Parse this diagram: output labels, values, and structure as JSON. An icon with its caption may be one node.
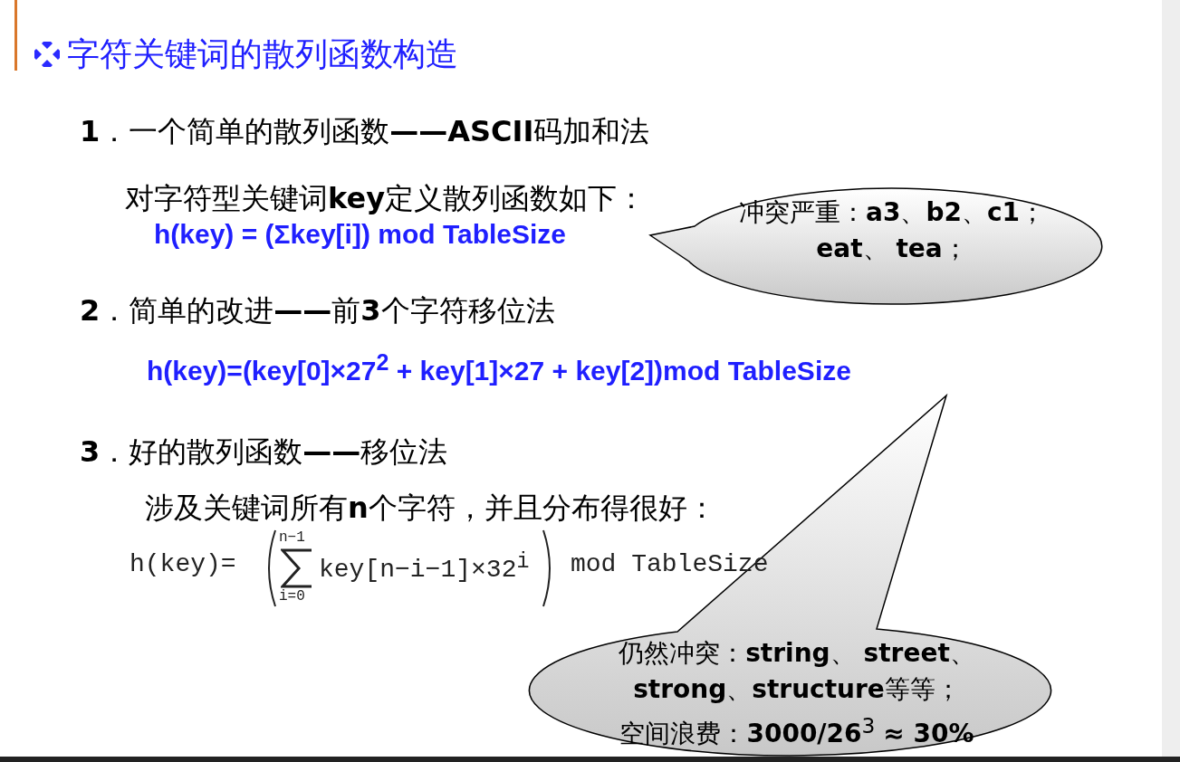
{
  "diagram": {
    "title": "字符关键词的散列函数构造",
    "nodes": [
      {
        "text": [
          "冲突严重：**a3**、**b2**、**c1**；**eat**、 **tea**；"
        ]
      },
      {
        "text": [
          "仍然冲突：**string**、 **street**、**strong**、**structure**等等；",
          "空间浪费：**3000/26**$^{3}$ **≈ 30%**"
        ]
      }
    ],
    "labels": [
      "**1**．一个简单的散列函数**——ASCII**码加和法",
      "对字符型关键词**key**定义散列函数如下：",
      "h(key) = (Σkey[i]) mod TableSize",
      "**2**．简单的改进**——**前**3**个字符移位法",
      "h(key)=(key[0]×27$^{2}$  + key[1]×27 + key[2])mod TableSize",
      "**3**．好的散列函数**——**移位法",
      "涉及关键词所有**n**个字符，并且分布得很好：",
      "h(key)=",
      "n−1",
      "i=0",
      "key[n−i−1]×32$^{i}$",
      "mod  TableSize"
    ]
  }
}
